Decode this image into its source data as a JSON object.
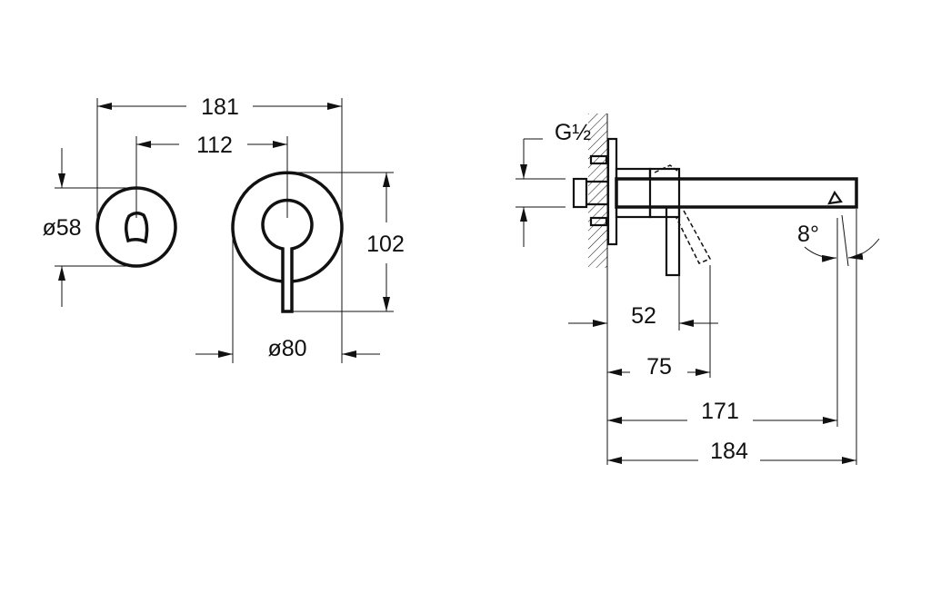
{
  "front_view": {
    "overall_width": "181",
    "center_distance": "112",
    "small_rosette_diameter": "ø58",
    "large_rosette_diameter": "ø80",
    "lever_height": "102"
  },
  "side_view": {
    "thread": "G½",
    "lever_offset": "52",
    "lever_end": "75",
    "spout_outlet": "171",
    "spout_length": "184",
    "spout_angle": "8°"
  }
}
